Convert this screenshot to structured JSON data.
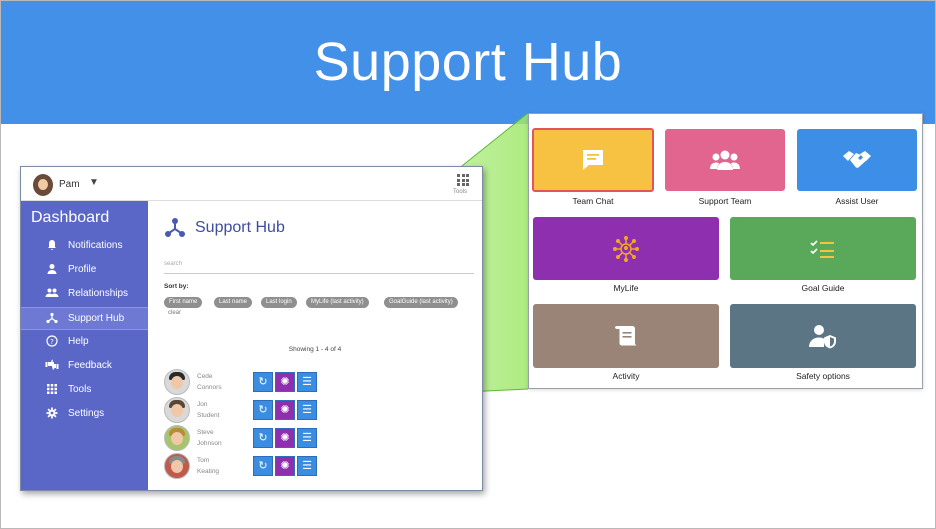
{
  "banner": {
    "title": "Support Hub"
  },
  "app": {
    "user": {
      "name": "Pam",
      "caret": "▼"
    },
    "tools_label": "Tools",
    "sidebar": {
      "title": "Dashboard",
      "items": [
        {
          "label": "Notifications",
          "icon": "bell-icon",
          "glyph": "🔔"
        },
        {
          "label": "Profile",
          "icon": "person-icon",
          "glyph": "👤"
        },
        {
          "label": "Relationships",
          "icon": "people-icon",
          "glyph": "👥"
        },
        {
          "label": "Support Hub",
          "icon": "hub-icon",
          "glyph": "⋏",
          "active": true
        },
        {
          "label": "Help",
          "icon": "help-icon",
          "glyph": "?"
        },
        {
          "label": "Feedback",
          "icon": "thumbs-icon",
          "glyph": "👍"
        },
        {
          "label": "Tools",
          "icon": "grid-icon",
          "glyph": "⋮"
        },
        {
          "label": "Settings",
          "icon": "gear-icon",
          "glyph": "⚙"
        }
      ]
    },
    "content": {
      "title": "Support Hub",
      "search_placeholder": "search",
      "sort_label": "Sort by:",
      "sort_chips": [
        "First name",
        "Last name",
        "Last login",
        "MyLife (last activity)",
        "GoalGuide (last activity)"
      ],
      "clear_label": "clear",
      "showing": "Showing 1 - 4 of 4",
      "students": [
        {
          "first": "Cede",
          "last": "Connors"
        },
        {
          "first": "Jon",
          "last": "Student"
        },
        {
          "first": "Steve",
          "last": "Johnson"
        },
        {
          "first": "Tom",
          "last": "Keating"
        }
      ]
    }
  },
  "tiles": [
    {
      "label": "Team Chat",
      "color": "#f7c242",
      "icon": "chat-bubble-icon"
    },
    {
      "label": "Support Team",
      "color": "#e2658f",
      "icon": "team-icon"
    },
    {
      "label": "Assist User",
      "color": "#3d8ee6",
      "icon": "handshake-icon"
    },
    {
      "label": "MyLife",
      "color": "#8e2fb0",
      "icon": "mylife-network-icon"
    },
    {
      "label": "Goal Guide",
      "color": "#5aa95a",
      "icon": "checklist-icon"
    },
    {
      "label": "Activity",
      "color": "#9a8478",
      "icon": "scroll-icon"
    },
    {
      "label": "Safety options",
      "color": "#5b7584",
      "icon": "user-shield-icon"
    }
  ]
}
